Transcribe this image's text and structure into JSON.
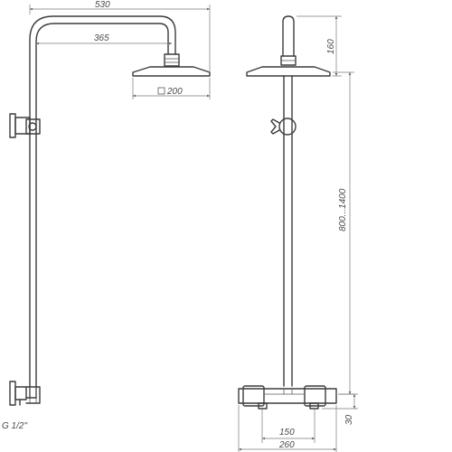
{
  "dimensions": {
    "overall_width": "530",
    "arm_length": "365",
    "head_size": "200",
    "head_height": "160",
    "riser_height": "800...1400",
    "valve_offset": "30",
    "inlet_spacing": "150",
    "mixer_width": "260",
    "thread": "G 1/2\""
  }
}
